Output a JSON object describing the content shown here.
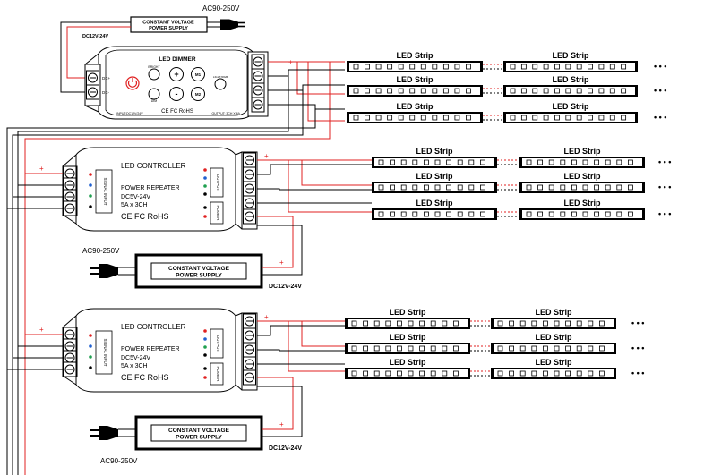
{
  "top_psu": {
    "line1": "CONSTANT VOLTAGE",
    "line2": "POWER SUPPLY",
    "ac_label": "AC90-250V",
    "dc_label": "DC12V-24V"
  },
  "dimmer": {
    "title": "LED DIMMER",
    "button_labels": [
      "BRIGHT",
      "M1",
      "DIM",
      "M2",
      "LIGHT/RGB"
    ],
    "certs": "CE FC RoHS",
    "input_text": "INPUT:DC12V/24V",
    "output_text": "OUTPUT: 3CH X 6A",
    "terminal_in": [
      "DC+",
      "DC-"
    ]
  },
  "repeater": {
    "title": "LED CONTROLLER",
    "line1": "POWER REPEATER",
    "line2": "DC5V-24V",
    "line3": "5A x 3CH",
    "certs": "CE FC RoHS",
    "signal_input": "SIGNAL INPUT",
    "output": "OUTPUT",
    "power": "POWER"
  },
  "bottom_psu": {
    "line1": "CONSTANT VOLTAGE",
    "line2": "POWER SUPPLY",
    "ac_label": "AC90-250V",
    "dc_label": "DC12V-24V"
  },
  "polarity": {
    "plus": "+",
    "minus": "-"
  },
  "strip_label": "LED Strip",
  "ellipsis": "• • •"
}
